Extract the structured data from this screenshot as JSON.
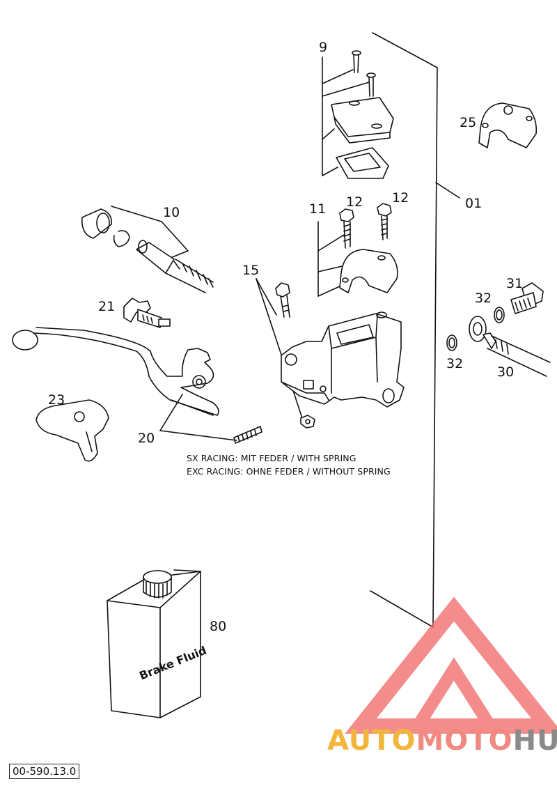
{
  "diagram": {
    "callouts": {
      "c9": "9",
      "c01": "01",
      "c25": "25",
      "c10": "10",
      "c11": "11",
      "c12a": "12",
      "c12b": "12",
      "c15": "15",
      "c21": "21",
      "c31": "31",
      "c32a": "32",
      "c32b": "32",
      "c30": "30",
      "c23": "23",
      "c20": "20",
      "c80": "80"
    },
    "notes": {
      "sx": "SX RACING: MIT FEDER / WITH SPRING",
      "exc": "EXC RACING: OHNE FEDER / WITHOUT SPRING"
    },
    "bottle_label": "Brake Fluid",
    "doc_ref": "00-590.13.0"
  },
  "watermark": {
    "part1": "AUTO",
    "part2": "MOTO",
    "part3": "HUB",
    "colors": {
      "part1": "#f2b63c",
      "part2": "#f08a80",
      "part3": "#8a8a8a",
      "triangle": "#f26d6d"
    }
  }
}
